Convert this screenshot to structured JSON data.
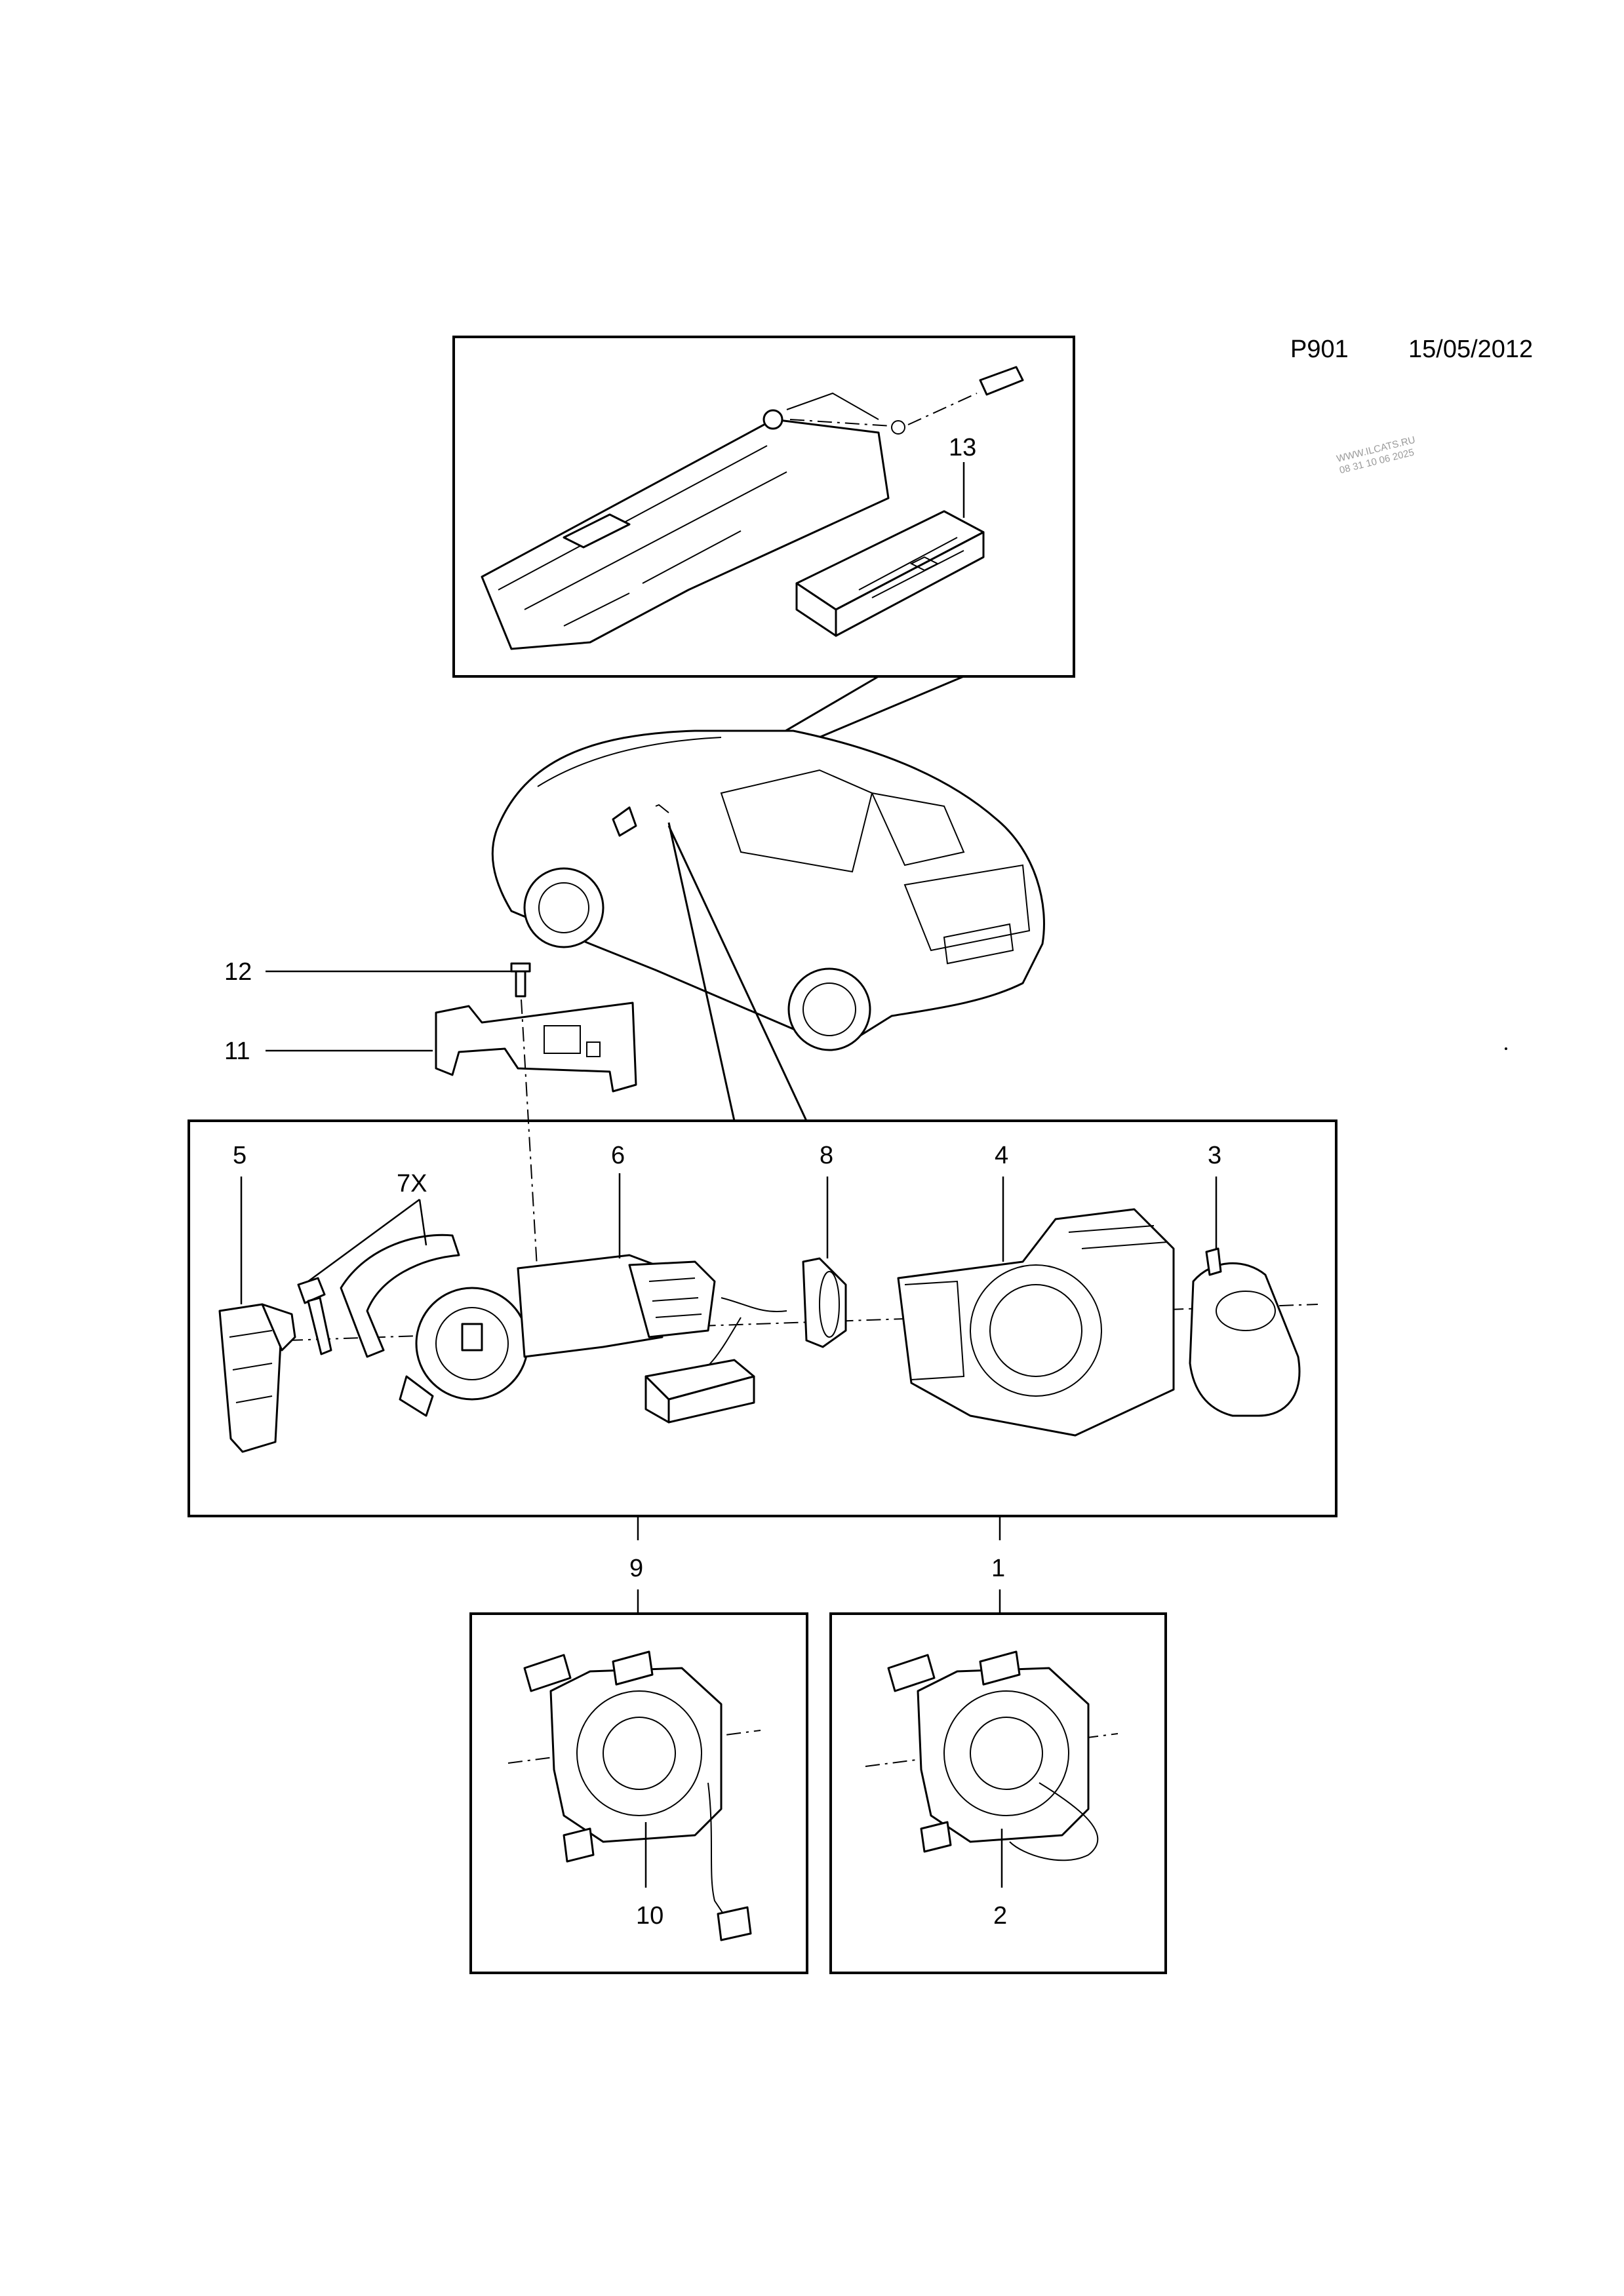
{
  "header": {
    "plate_code": "P901",
    "date": "15/05/2012"
  },
  "watermark": {
    "line1": "WWW.ILCATS.RU",
    "line2": "08 31 10 06 2025"
  },
  "callouts": {
    "c1": "1",
    "c2": "2",
    "c3": "3",
    "c4": "4",
    "c5": "5",
    "c6": "6",
    "c7x": "7X",
    "c8": "8",
    "c9": "9",
    "c10": "10",
    "c11": "11",
    "c12": "12",
    "c13": "13"
  },
  "colors": {
    "line": "#000000",
    "background": "#ffffff",
    "watermark": "#9a9a9a"
  }
}
